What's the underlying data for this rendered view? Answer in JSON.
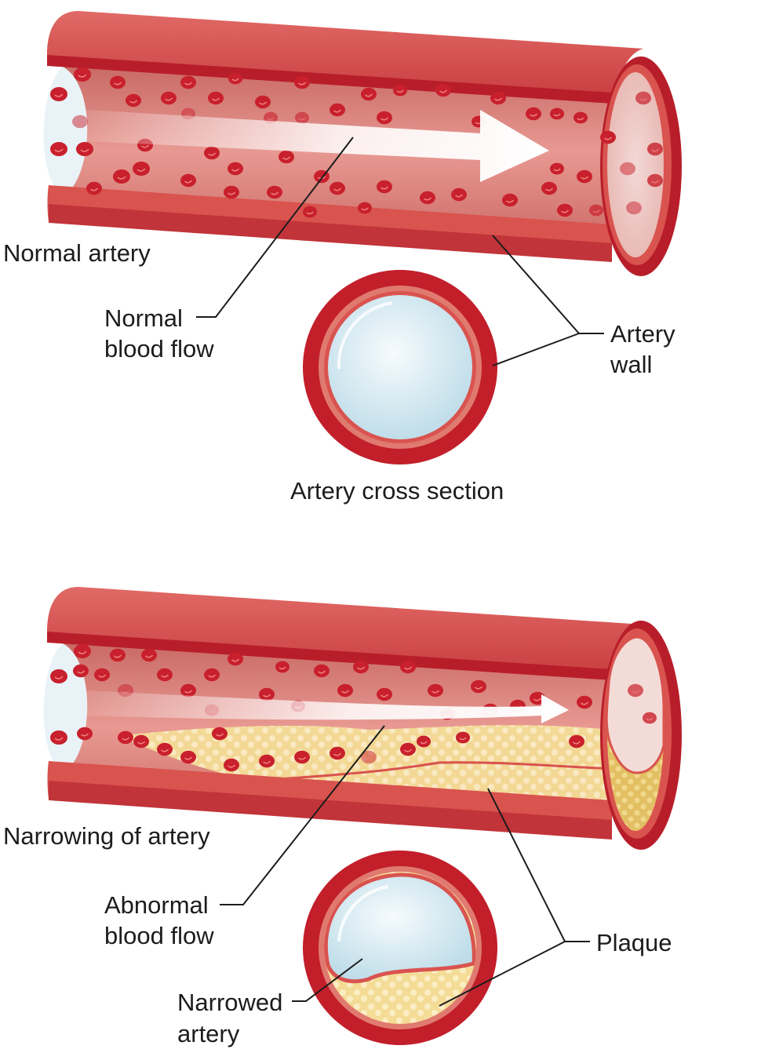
{
  "top_panel": {
    "title": "Normal artery",
    "flow_label": [
      "Normal",
      "blood flow"
    ],
    "wall_label": [
      "Artery",
      "wall"
    ],
    "cross_section_label": "Artery cross section"
  },
  "bottom_panel": {
    "title": "Narrowing of artery",
    "flow_label": [
      "Abnormal",
      "blood flow"
    ],
    "plaque_label": "Plaque",
    "narrowed_label": [
      "Narrowed",
      "artery"
    ]
  },
  "colors": {
    "artery_wall": "#d9534f",
    "artery_wall_dark": "#b81e2a",
    "lumen": "#e8908a",
    "blood_cell": "#c8202c",
    "plaque": "#f4dc96",
    "cross_section_interior": "#dceef6"
  }
}
